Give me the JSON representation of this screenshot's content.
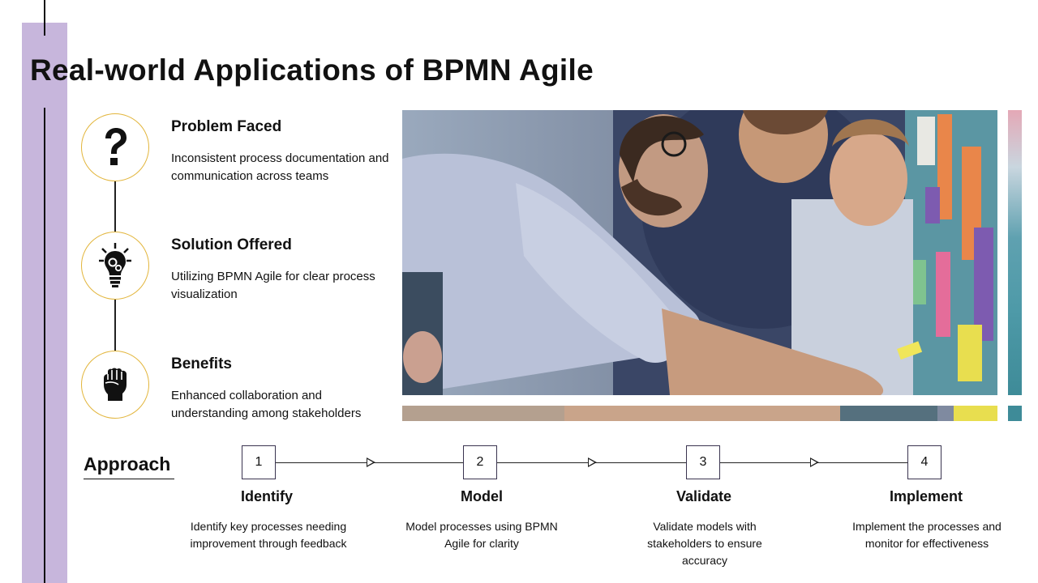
{
  "slide": {
    "title": "Real-world Applications of BPMN Agile"
  },
  "items": [
    {
      "icon": "question-mark-icon",
      "heading": "Problem Faced",
      "text": "Inconsistent process documentation and communication across teams"
    },
    {
      "icon": "lightbulb-gear-icon",
      "heading": "Solution Offered",
      "text": "Utilizing BPMN Agile for clear process visualization"
    },
    {
      "icon": "raised-fist-icon",
      "heading": "Benefits",
      "text": "Enhanced collaboration and understanding among stakeholders"
    }
  ],
  "approach": {
    "label": "Approach",
    "steps": [
      {
        "number": "1",
        "title": "Identify",
        "text": "Identify key processes needing improvement through feedback"
      },
      {
        "number": "2",
        "title": "Model",
        "text": "Model processes using BPMN Agile for clarity"
      },
      {
        "number": "3",
        "title": "Validate",
        "text": "Validate models with stakeholders to ensure accuracy"
      },
      {
        "number": "4",
        "title": "Implement",
        "text": "Implement the processes and monitor for effectiveness"
      }
    ]
  },
  "colors": {
    "accent_bar": "#c7b6dc",
    "circle_border": "#e2b53b",
    "text": "#111111"
  }
}
